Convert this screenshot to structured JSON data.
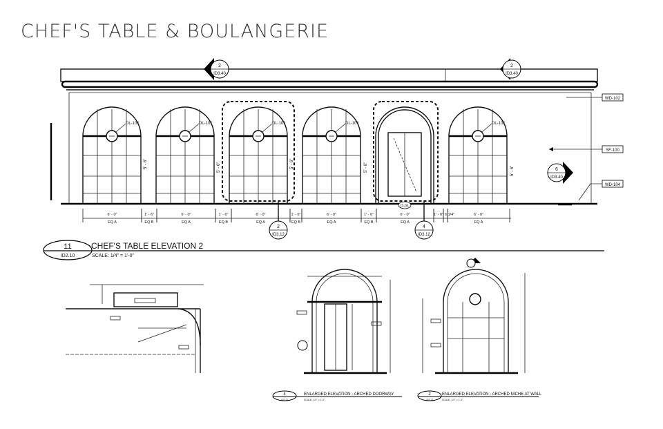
{
  "sheet_title": "CHEF'S TABLE & BOULANGERIE",
  "elevation": {
    "section_markers": [
      {
        "number": "2",
        "sheet": "ID3.40"
      },
      {
        "number": "2",
        "sheet": "ID3.40"
      },
      {
        "number": "6",
        "sheet": "ID3.40"
      }
    ],
    "tags": {
      "wd102": "WD-102",
      "sf100": "SF-100",
      "wd104": "WD-104"
    },
    "light_labels": [
      "DL-101",
      "DL-101",
      "DL-101",
      "DL-101",
      "DL-101"
    ],
    "door_tag": "D-01",
    "height_label": "5' - 6\"",
    "dimensions": [
      {
        "value": "6' - 0\"",
        "eq": "EQ A"
      },
      {
        "value": "1' - 6\"",
        "eq": "EQ B"
      },
      {
        "value": "6' - 0\"",
        "eq": "EQ A"
      },
      {
        "value": "1' - 6\"",
        "eq": "EQ B"
      },
      {
        "value": "6' - 0\"",
        "eq": "EQ A"
      },
      {
        "value": "1' - 6\"",
        "eq": "EQ B"
      },
      {
        "value": "6' - 0\"",
        "eq": "EQ A"
      },
      {
        "value": "1' - 6\"",
        "eq": "EQ B"
      },
      {
        "value": "6' - 0\"",
        "eq": "EQ A"
      },
      {
        "value": "1' - 0\"",
        "eq": ""
      },
      {
        "value": "6 1/4\"",
        "eq": ""
      },
      {
        "value": "6' - 0\"",
        "eq": "EQ A"
      }
    ],
    "callouts": [
      {
        "number": "2",
        "sheet": "ID3.12"
      },
      {
        "number": "4",
        "sheet": "ID3.12"
      }
    ]
  },
  "view_title": {
    "number": "11",
    "sheet": "ID2.10",
    "name": "CHEF'S TABLE ELEVATION 2",
    "scale": "SCALE:  1/4\" = 1'-0\""
  },
  "details": [
    {
      "number": "4",
      "sheet": "ID3.12",
      "name": "ENLARGED ELEVATION - ARCHED DOORWAY",
      "scale": "SCALE: 1/2\" = 1'-0\""
    },
    {
      "number": "2",
      "sheet": "ID3.12",
      "name": "ENLARGED ELEVATION - ARCHED NICHE AT WALL",
      "scale": "SCALE: 1/2\" = 1'-0\""
    }
  ]
}
